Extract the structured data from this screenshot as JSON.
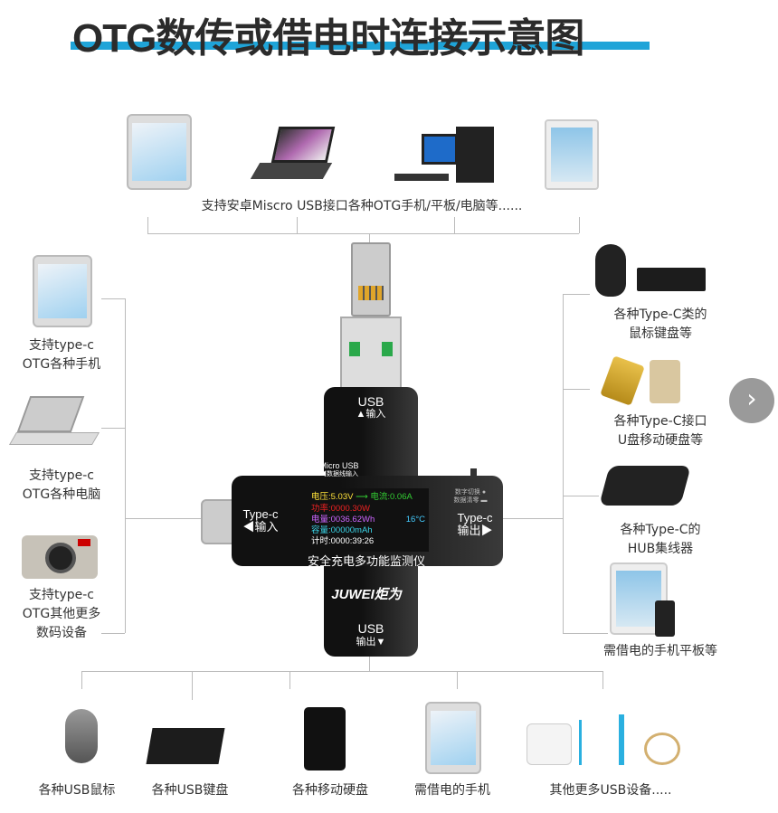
{
  "title": "OTG数传或借电时连接示意图",
  "top_caption": "支持安卓Miscro USB接口各种OTG手机/平板/电脑等......",
  "left": [
    {
      "label1": "支持type-c",
      "label2": "OTG各种手机"
    },
    {
      "label1": "支持type-c",
      "label2": "OTG各种电脑"
    },
    {
      "label1": "支持type-c",
      "label2": "OTG其他更多",
      "label3": "数码设备"
    }
  ],
  "right": [
    {
      "label1": "各种Type-C类的",
      "label2": "鼠标键盘等"
    },
    {
      "label1": "各种Type-C接口",
      "label2": "U盘移动硬盘等"
    },
    {
      "label1": "各种Type-C的",
      "label2": "HUB集线器"
    },
    {
      "label1": "需借电的手机平板等"
    }
  ],
  "bottom": [
    "各种USB鼠标",
    "各种USB键盘",
    "各种移动硬盘",
    "需借电的手机",
    "其他更多USB设备....."
  ],
  "device": {
    "usb_in": "USB",
    "usb_in_sub": "▲输入",
    "micro": "Micro USB",
    "micro_sub": "◀数据线输入",
    "typec_in": "Type-c",
    "typec_in_sub": "◀输入",
    "typec_out": "Type-c",
    "typec_out_sub": "输出▶",
    "usb_out": "USB",
    "usb_out_sub": "输出▼",
    "side_note": "数字切换 ●\n数据清零 ▬",
    "screen": {
      "voltage": "电压:5.03V",
      "arrow": "⟶",
      "current": "电流:0.06A",
      "power": "功率:0000.30W",
      "energy": "电量:0036.62Wh",
      "temp": "16°C",
      "capacity": "容量:00000mAh",
      "timer": "计时:0000:39:26"
    },
    "product_name": "安全充电多功能监测仪",
    "brand": "JUWEI炬为"
  },
  "colors": {
    "accent": "#1fa4d8"
  },
  "nav": {
    "next": "›"
  }
}
